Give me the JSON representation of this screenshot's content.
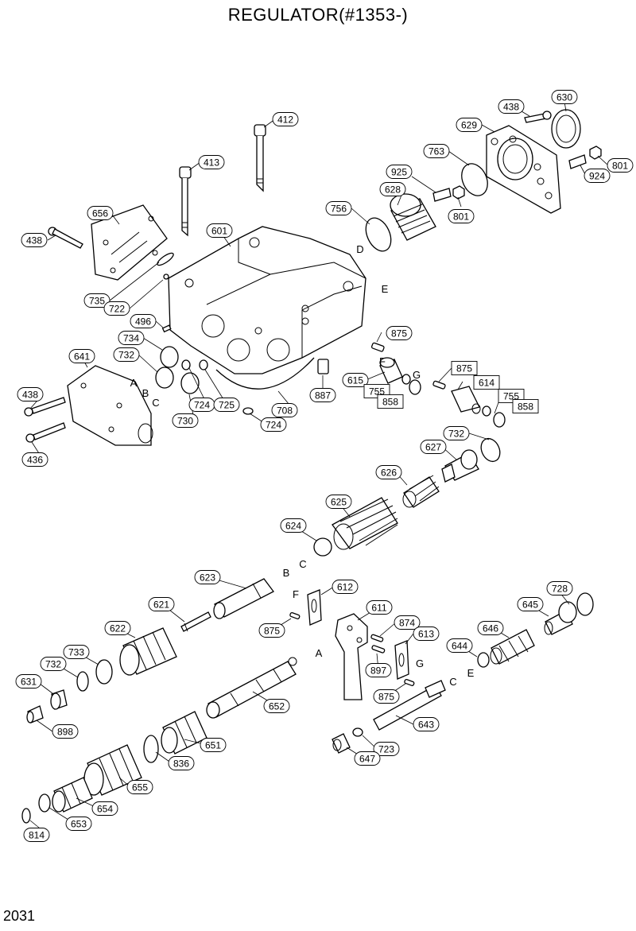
{
  "title": "REGULATOR(#1353-)",
  "page_number": "2031",
  "callouts": [
    {
      "id": "c412",
      "text": "412",
      "boxed": false
    },
    {
      "id": "c413",
      "text": "413",
      "boxed": false
    },
    {
      "id": "c438a",
      "text": "438",
      "boxed": false
    },
    {
      "id": "c630",
      "text": "630",
      "boxed": false
    },
    {
      "id": "c629",
      "text": "629",
      "boxed": false
    },
    {
      "id": "c763",
      "text": "763",
      "boxed": false
    },
    {
      "id": "c801a",
      "text": "801",
      "boxed": false
    },
    {
      "id": "c924",
      "text": "924",
      "boxed": false
    },
    {
      "id": "c925",
      "text": "925",
      "boxed": false
    },
    {
      "id": "c628",
      "text": "628",
      "boxed": false
    },
    {
      "id": "c801b",
      "text": "801",
      "boxed": false
    },
    {
      "id": "c756",
      "text": "756",
      "boxed": false
    },
    {
      "id": "c656",
      "text": "656",
      "boxed": false
    },
    {
      "id": "c438b",
      "text": "438",
      "boxed": false
    },
    {
      "id": "c601",
      "text": "601",
      "boxed": false
    },
    {
      "id": "c735",
      "text": "735",
      "boxed": false
    },
    {
      "id": "c722",
      "text": "722",
      "boxed": false
    },
    {
      "id": "c496",
      "text": "496",
      "boxed": false
    },
    {
      "id": "c734",
      "text": "734",
      "boxed": false
    },
    {
      "id": "c732a",
      "text": "732",
      "boxed": false
    },
    {
      "id": "c641",
      "text": "641",
      "boxed": false
    },
    {
      "id": "c438c",
      "text": "438",
      "boxed": false
    },
    {
      "id": "c436",
      "text": "436",
      "boxed": false
    },
    {
      "id": "c875a",
      "text": "875",
      "boxed": false
    },
    {
      "id": "c887",
      "text": "887",
      "boxed": false
    },
    {
      "id": "c615",
      "text": "615",
      "boxed": false
    },
    {
      "id": "c755a",
      "text": "755",
      "boxed": true
    },
    {
      "id": "c858a",
      "text": "858",
      "boxed": true
    },
    {
      "id": "c875b",
      "text": "875",
      "boxed": true
    },
    {
      "id": "c614",
      "text": "614",
      "boxed": true
    },
    {
      "id": "c755b",
      "text": "755",
      "boxed": true
    },
    {
      "id": "c858b",
      "text": "858",
      "boxed": true
    },
    {
      "id": "c724a",
      "text": "724",
      "boxed": false
    },
    {
      "id": "c725",
      "text": "725",
      "boxed": false
    },
    {
      "id": "c708",
      "text": "708",
      "boxed": false
    },
    {
      "id": "c730",
      "text": "730",
      "boxed": false
    },
    {
      "id": "c724b",
      "text": "724",
      "boxed": false
    },
    {
      "id": "c732b",
      "text": "732",
      "boxed": false
    },
    {
      "id": "c627",
      "text": "627",
      "boxed": false
    },
    {
      "id": "c626",
      "text": "626",
      "boxed": false
    },
    {
      "id": "c625",
      "text": "625",
      "boxed": false
    },
    {
      "id": "c624",
      "text": "624",
      "boxed": false
    },
    {
      "id": "c623",
      "text": "623",
      "boxed": false
    },
    {
      "id": "c612",
      "text": "612",
      "boxed": false
    },
    {
      "id": "c621",
      "text": "621",
      "boxed": false
    },
    {
      "id": "c611",
      "text": "611",
      "boxed": false
    },
    {
      "id": "c622",
      "text": "622",
      "boxed": false
    },
    {
      "id": "c875c",
      "text": "875",
      "boxed": false
    },
    {
      "id": "c874",
      "text": "874",
      "boxed": false
    },
    {
      "id": "c613",
      "text": "613",
      "boxed": false
    },
    {
      "id": "c728",
      "text": "728",
      "boxed": false
    },
    {
      "id": "c645",
      "text": "645",
      "boxed": false
    },
    {
      "id": "c646",
      "text": "646",
      "boxed": false
    },
    {
      "id": "c644",
      "text": "644",
      "boxed": false
    },
    {
      "id": "c733",
      "text": "733",
      "boxed": false
    },
    {
      "id": "c732c",
      "text": "732",
      "boxed": false
    },
    {
      "id": "c631",
      "text": "631",
      "boxed": false
    },
    {
      "id": "c897",
      "text": "897",
      "boxed": false
    },
    {
      "id": "c875d",
      "text": "875",
      "boxed": false
    },
    {
      "id": "c652",
      "text": "652",
      "boxed": false
    },
    {
      "id": "c643",
      "text": "643",
      "boxed": false
    },
    {
      "id": "c898",
      "text": "898",
      "boxed": false
    },
    {
      "id": "c651",
      "text": "651",
      "boxed": false
    },
    {
      "id": "c723",
      "text": "723",
      "boxed": false
    },
    {
      "id": "c647",
      "text": "647",
      "boxed": false
    },
    {
      "id": "c836",
      "text": "836",
      "boxed": false
    },
    {
      "id": "c655",
      "text": "655",
      "boxed": false
    },
    {
      "id": "c654",
      "text": "654",
      "boxed": false
    },
    {
      "id": "c653",
      "text": "653",
      "boxed": false
    },
    {
      "id": "c814",
      "text": "814",
      "boxed": false
    }
  ],
  "letters": [
    {
      "id": "lD",
      "text": "D"
    },
    {
      "id": "lE",
      "text": "E"
    },
    {
      "id": "lF1",
      "text": "F"
    },
    {
      "id": "lG1",
      "text": "G"
    },
    {
      "id": "lA1",
      "text": "A"
    },
    {
      "id": "lB1",
      "text": "B"
    },
    {
      "id": "lC1",
      "text": "C"
    },
    {
      "id": "lB2",
      "text": "B"
    },
    {
      "id": "lC2",
      "text": "C"
    },
    {
      "id": "lF2",
      "text": "F"
    },
    {
      "id": "lA2",
      "text": "A"
    },
    {
      "id": "lG2",
      "text": "G"
    },
    {
      "id": "lE2",
      "text": "E"
    },
    {
      "id": "lC3",
      "text": "C"
    }
  ]
}
